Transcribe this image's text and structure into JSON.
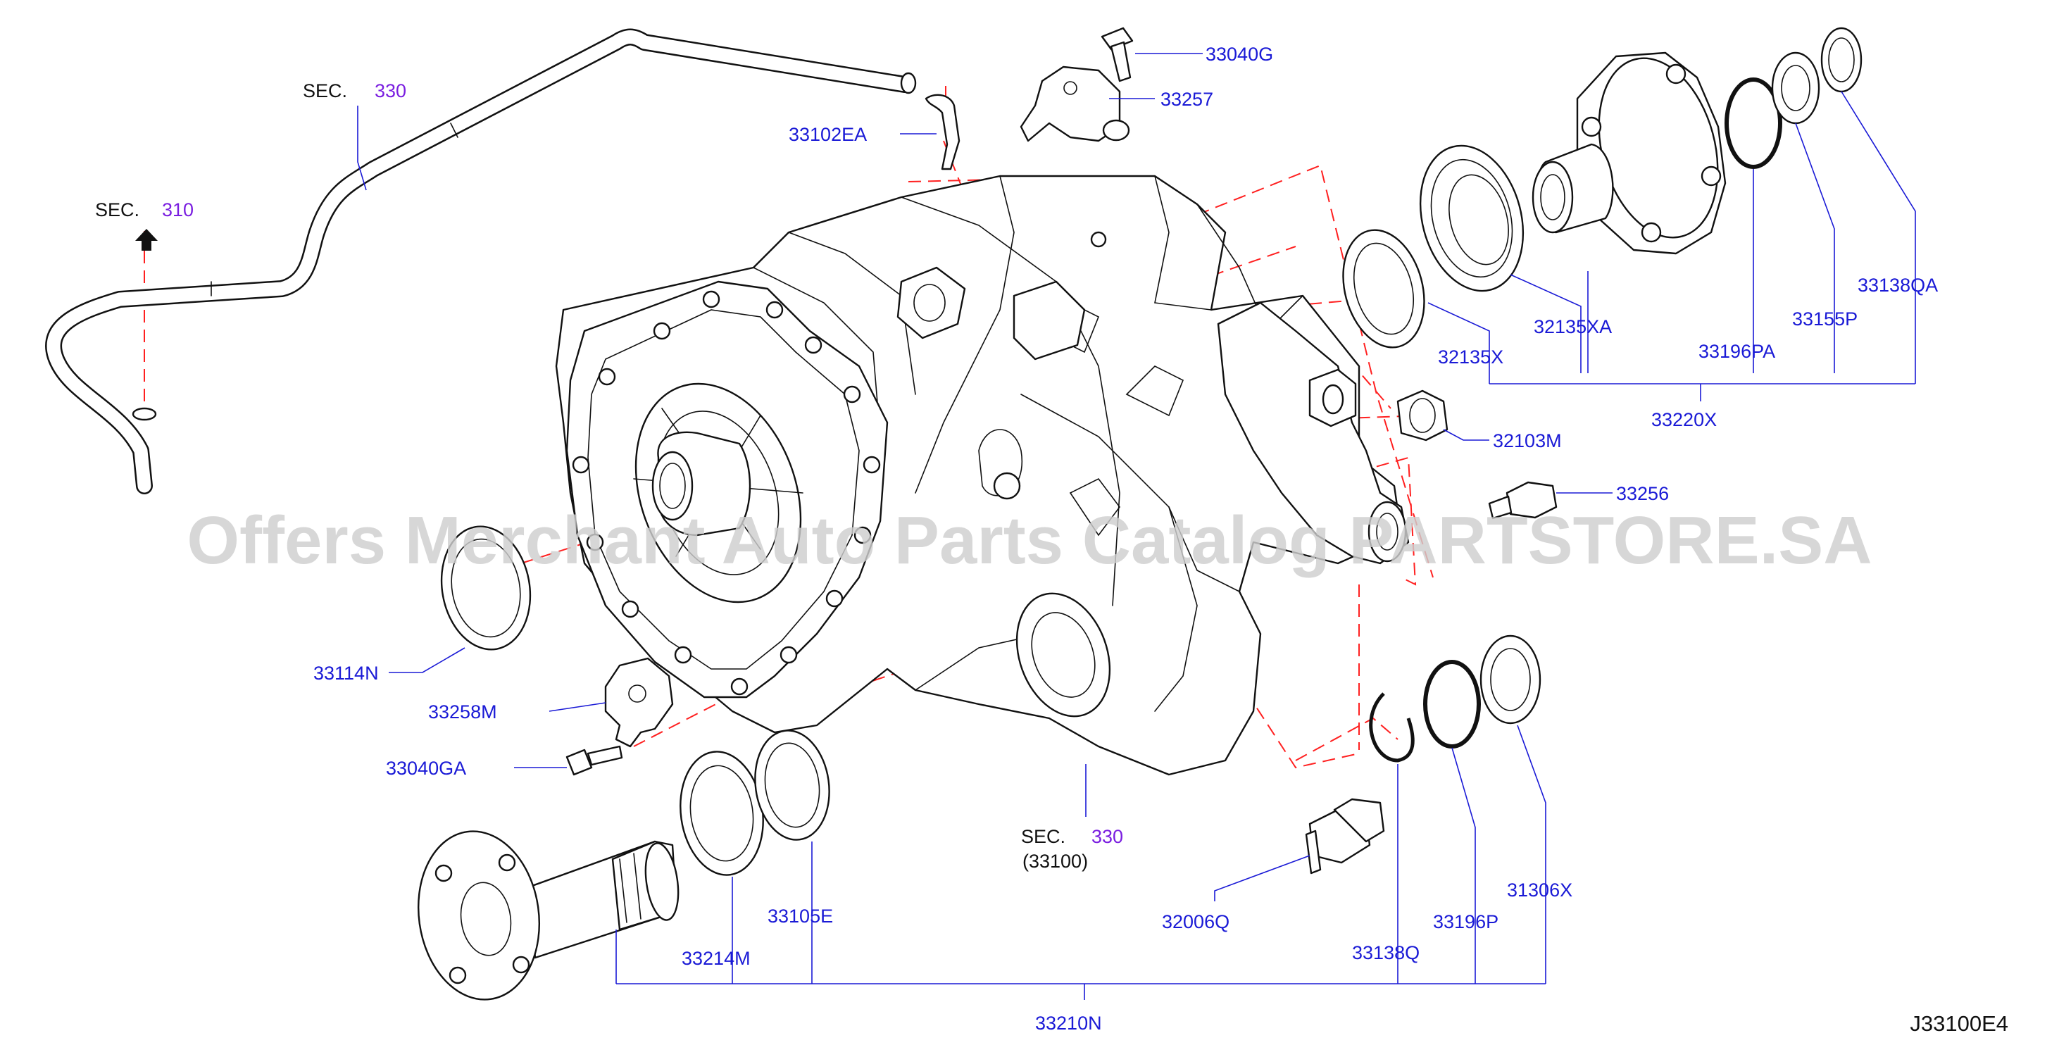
{
  "diagram_code": "J33100E4",
  "watermark": "Offers Merchant Auto Parts Catalog PARTSTORE.SA",
  "sections": [
    {
      "id": "sec330_top",
      "prefix": "SEC.",
      "number": "330",
      "sub": ""
    },
    {
      "id": "sec310",
      "prefix": "SEC.",
      "number": "310",
      "sub": ""
    },
    {
      "id": "sec330_bottom",
      "prefix": "SEC.",
      "number": "330",
      "sub": "(33100)"
    }
  ],
  "parts": [
    {
      "id": "p33040G",
      "number": "33040G",
      "name": "bolt-top"
    },
    {
      "id": "p33257",
      "number": "33257",
      "name": "sensor-bracket-top"
    },
    {
      "id": "p33102EA",
      "number": "33102EA",
      "name": "breather-tube"
    },
    {
      "id": "p32135XA",
      "number": "32135XA",
      "name": "rear-bearing"
    },
    {
      "id": "p32135X",
      "number": "32135X",
      "name": "rear-seal"
    },
    {
      "id": "p33196PA",
      "number": "33196PA",
      "name": "o-ring-rear"
    },
    {
      "id": "p33155P",
      "number": "33155P",
      "name": "washer-rear"
    },
    {
      "id": "p33138QA",
      "number": "33138QA",
      "name": "snap-ring-rear"
    },
    {
      "id": "p33220X",
      "number": "33220X",
      "name": "rear-flange-assembly"
    },
    {
      "id": "p32103M",
      "number": "32103M",
      "name": "plug"
    },
    {
      "id": "p33256",
      "number": "33256",
      "name": "temperature-sensor"
    },
    {
      "id": "p33114N",
      "number": "33114N",
      "name": "front-oil-seal"
    },
    {
      "id": "p33258M",
      "number": "33258M",
      "name": "sensor-bracket-side"
    },
    {
      "id": "p33040GA",
      "number": "33040GA",
      "name": "bolt-side"
    },
    {
      "id": "p33214M",
      "number": "33214M",
      "name": "front-bearing"
    },
    {
      "id": "p33105E",
      "number": "33105E",
      "name": "front-seal"
    },
    {
      "id": "p32006Q",
      "number": "32006Q",
      "name": "switch-connector"
    },
    {
      "id": "p33138Q",
      "number": "33138Q",
      "name": "snap-ring-front"
    },
    {
      "id": "p33196P",
      "number": "33196P",
      "name": "o-ring-front"
    },
    {
      "id": "p31306X",
      "number": "31306X",
      "name": "front-bearing-right"
    },
    {
      "id": "p33210N",
      "number": "33210N",
      "name": "front-flange-assembly"
    }
  ],
  "colors": {
    "part_number": "#1a1ad6",
    "section_number": "#7a1ee0",
    "dashed_leader": "#ff2020",
    "outline": "#111111"
  },
  "icons": {
    "sec310_arrow": "up-arrow-icon"
  }
}
